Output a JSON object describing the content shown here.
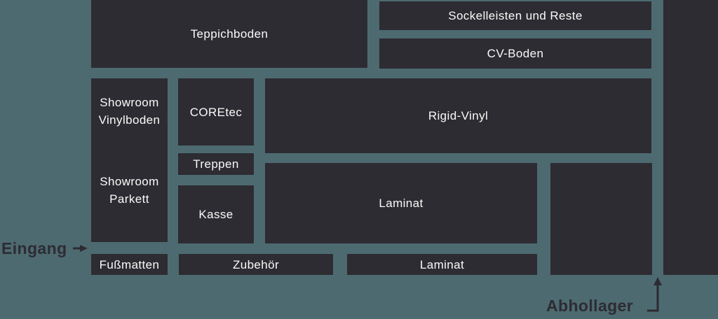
{
  "floorplan": {
    "title": "store-floorplan",
    "colors": {
      "background": "#4D6A71",
      "zone": "#2D2C32",
      "zone_label": "#FAFAFA",
      "annotation": "#2D2C32"
    },
    "zones": {
      "teppichboden": "Teppichboden",
      "sockelleisten": "Sockelleisten und Reste",
      "cv_boden": "CV-Boden",
      "showroom_vinylboden": "Showroom Vinylboden",
      "showroom_parkett": "Showroom Parkett",
      "coretec": "COREtec",
      "rigid_vinyl": "Rigid-Vinyl",
      "treppen": "Treppen",
      "kasse": "Kasse",
      "laminat_main": "Laminat",
      "laminat_front": "Laminat",
      "fussmatten": "Fußmatten",
      "zubehoer": "Zubehör"
    },
    "annotations": {
      "eingang": "Eingang",
      "abhollager": "Abhollager"
    }
  }
}
